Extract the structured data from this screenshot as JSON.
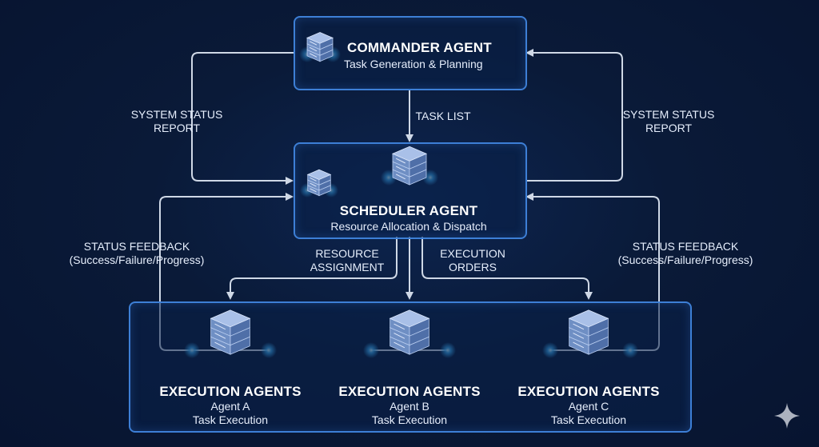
{
  "commander": {
    "title": "COMMANDER AGENT",
    "subtitle": "Task Generation & Planning"
  },
  "scheduler": {
    "title": "SCHEDULER AGENT",
    "subtitle": "Resource Allocation & Dispatch"
  },
  "edges": {
    "task_list": "TASK LIST",
    "system_status_left": [
      "SYSTEM STATUS",
      "REPORT"
    ],
    "system_status_right": [
      "SYSTEM STATUS",
      "REPORT"
    ],
    "status_feedback_left": [
      "STATUS FEEDBACK",
      "(Success/Failure/Progress)"
    ],
    "status_feedback_right": [
      "STATUS FEEDBACK",
      "(Success/Failure/Progress)"
    ],
    "resource_assignment": [
      "RESOURCE",
      "ASSIGNMENT"
    ],
    "execution_orders": [
      "EXECUTION",
      "ORDERS"
    ]
  },
  "execution_agents": [
    {
      "title": "EXECUTION AGENTS",
      "name": "Agent A",
      "role": "Task Execution"
    },
    {
      "title": "EXECUTION AGENTS",
      "name": "Agent B",
      "role": "Task Execution"
    },
    {
      "title": "EXECUTION AGENTS",
      "name": "Agent C",
      "role": "Task Execution"
    }
  ],
  "colors": {
    "line": "#cfd8e6",
    "box_border": "#3d7fd6",
    "glow": "#3fb8ff",
    "background": "#0a1a38"
  },
  "icons": [
    "server-stack-icon",
    "sparkle-icon"
  ]
}
